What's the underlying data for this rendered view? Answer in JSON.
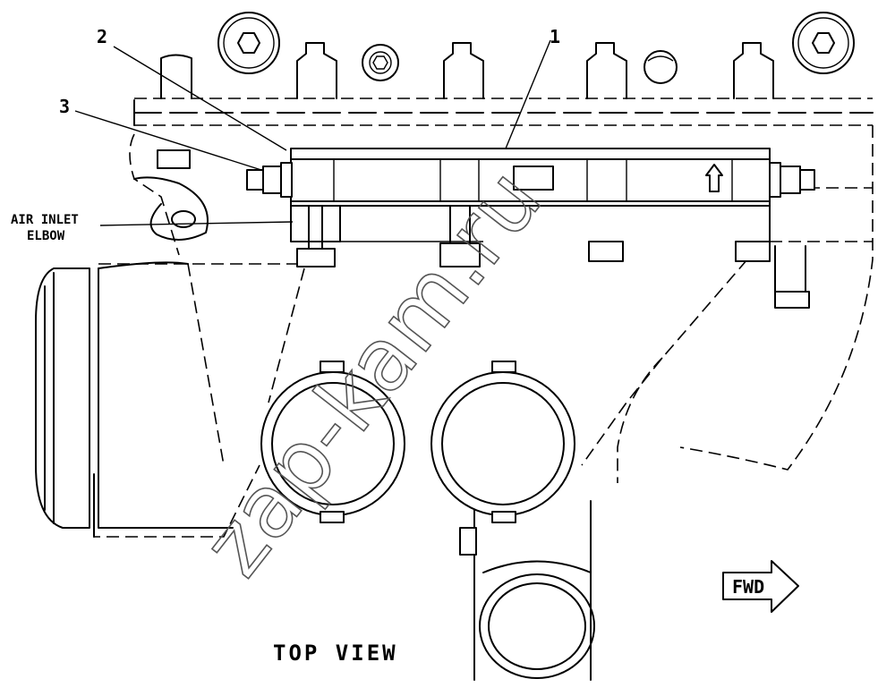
{
  "callouts": {
    "one": "1",
    "two": "2",
    "three": "3"
  },
  "labels": {
    "air_inlet_line1": "AIR INLET",
    "air_inlet_line2": "ELBOW",
    "top_view": "TOP VIEW",
    "fwd": "FWD"
  },
  "watermark": "zap-kam.ru"
}
